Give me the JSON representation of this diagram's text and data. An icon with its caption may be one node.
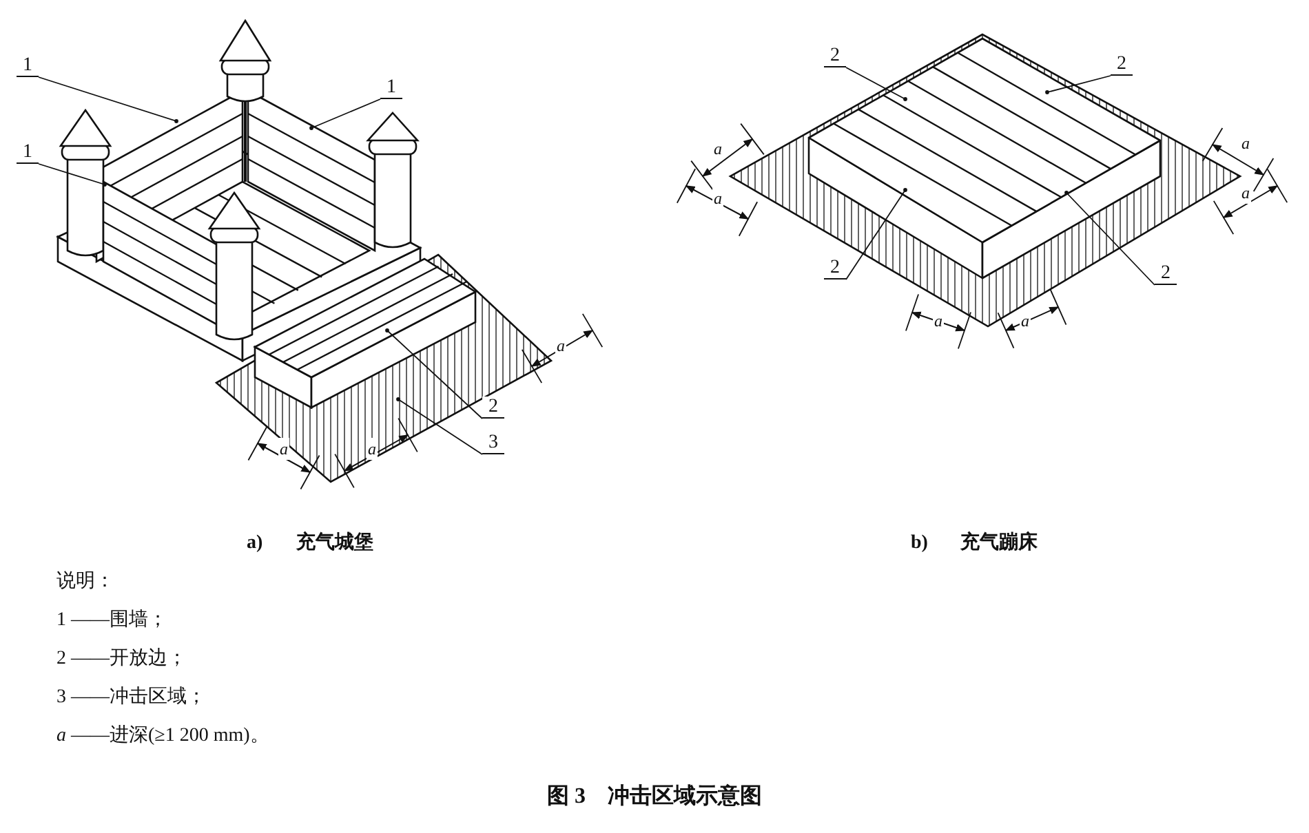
{
  "diagram": {
    "caption": "图 3　冲击区域示意图",
    "nodes": [
      {
        "text": [
          "1"
        ]
      },
      {
        "text": [
          "1"
        ]
      },
      {
        "text": [
          "1"
        ]
      },
      {
        "text": [
          "2"
        ]
      },
      {
        "text": [
          "3"
        ]
      },
      {
        "text": [
          "2"
        ]
      },
      {
        "text": [
          "2"
        ]
      },
      {
        "text": [
          "2"
        ]
      },
      {
        "text": [
          "2"
        ]
      }
    ],
    "edges": [
      {
        "from": 0,
        "to": null,
        "arrow": "other"
      },
      {
        "from": 1,
        "to": null,
        "arrow": "other"
      },
      {
        "from": 2,
        "to": null,
        "arrow": "other"
      },
      {
        "from": 3,
        "to": null,
        "arrow": "other"
      },
      {
        "from": 4,
        "to": null,
        "arrow": "other"
      },
      {
        "from": 5,
        "to": null,
        "arrow": "other"
      },
      {
        "from": 6,
        "to": null,
        "arrow": "other"
      },
      {
        "from": 7,
        "to": null,
        "arrow": "other"
      },
      {
        "from": 8,
        "to": null,
        "arrow": "other"
      }
    ],
    "labels": [
      "a",
      "a",
      "a",
      "a",
      "a",
      "a",
      "a",
      "a",
      "a",
      "a)",
      "充气城堡",
      "b)",
      "充气蹦床",
      "说明：",
      "1 ——围墙；",
      "2 ——开放边；",
      "3 ——冲击区域；",
      "*a* ——进深(≥1 200 mm)。"
    ]
  }
}
